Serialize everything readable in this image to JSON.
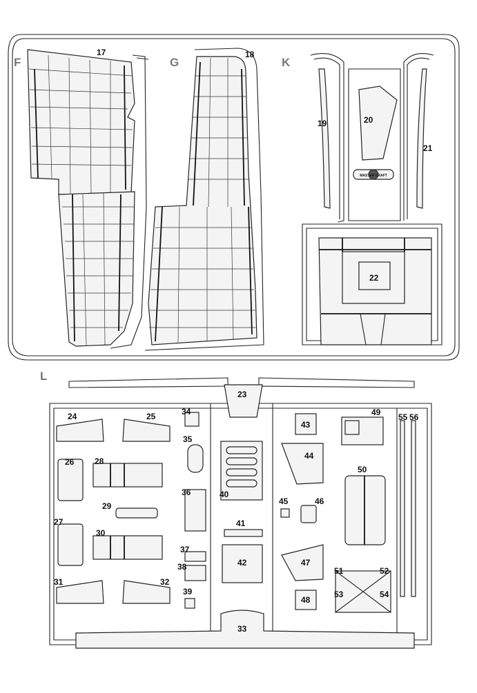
{
  "sprues": {
    "sections": [
      {
        "key": "F",
        "label": "F"
      },
      {
        "key": "G",
        "label": "G"
      },
      {
        "key": "K",
        "label": "K"
      },
      {
        "key": "L",
        "label": "L"
      }
    ],
    "part_numbers": [
      "17",
      "18",
      "19",
      "20",
      "21",
      "22",
      "23",
      "24",
      "25",
      "26",
      "27",
      "28",
      "29",
      "30",
      "31",
      "32",
      "33",
      "34",
      "35",
      "36",
      "37",
      "38",
      "39",
      "40",
      "41",
      "42",
      "43",
      "44",
      "45",
      "46",
      "47",
      "48",
      "49",
      "50",
      "51",
      "52",
      "53",
      "54",
      "55",
      "56"
    ],
    "logo_text": "MASTER CRAFT"
  }
}
